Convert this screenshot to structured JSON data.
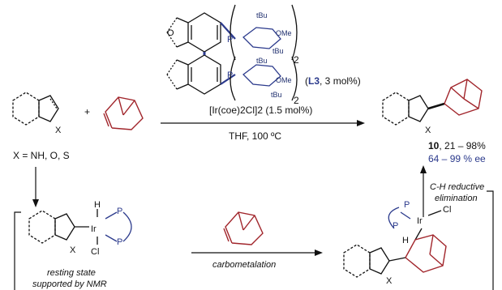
{
  "ligand": {
    "tbu_labels": [
      "tBu",
      "tBu",
      "tBu",
      "tBu"
    ],
    "ome_labels": [
      "OMe",
      "OMe"
    ],
    "subscript": "2",
    "p_label": "P",
    "code": "L3",
    "loading": ", 3 mol%)"
  },
  "reaction": {
    "x_label": "X",
    "plus": "+",
    "catalyst": "[Ir(coe)2Cl]2 (1.5 mol%)",
    "conditions": "THF, 100 ºC",
    "scope": "X = NH, O, S"
  },
  "product": {
    "number": "10",
    "yield": ", 21 – 98%",
    "ee": "64 – 99 % ee",
    "x_label": "X"
  },
  "mechanism": {
    "reductive_elimination": [
      "C-H reductive",
      "elimination"
    ],
    "carbometalation": "carbometalation",
    "resting_state": [
      "resting state",
      "supported by NMR"
    ],
    "ir_label": "Ir",
    "h_label": "H",
    "cl_label": "Cl",
    "p_label": "P",
    "x_label": "X"
  },
  "colors": {
    "ligand": "#2b3a8c",
    "norbornene": "#a1252b",
    "black": "#111111"
  }
}
